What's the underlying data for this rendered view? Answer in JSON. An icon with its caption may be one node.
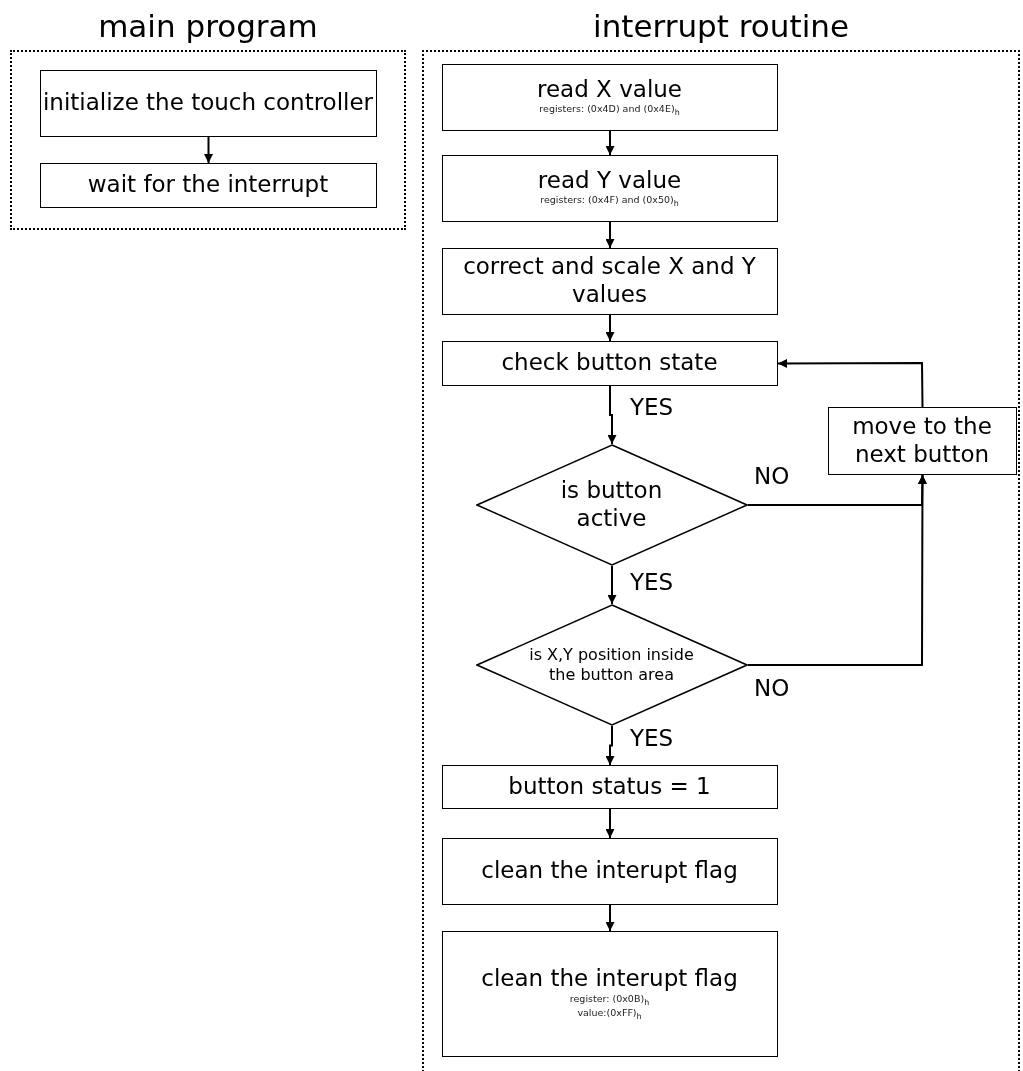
{
  "diagram": {
    "nodes": [
      {
        "text": [
          "main program"
        ]
      },
      {
        "text": [
          "initialize the touch controller"
        ],
        "in": 0
      },
      {
        "text": [
          "wait for the interrupt"
        ],
        "in": 0
      },
      {
        "text": [
          "interrupt routine"
        ]
      },
      {
        "text": [
          "read X value",
          "registers: (0x4D) and (0x4E)$_{h}$"
        ],
        "in": 3
      },
      {
        "text": [
          "read Y value",
          "registers: (0x4F) and (0x50)$_{h}$"
        ],
        "in": 3
      },
      {
        "text": [
          "correct and scale X and Y values"
        ],
        "in": 3
      },
      {
        "text": [
          "check button state"
        ],
        "in": 3
      },
      {
        "text": [
          "is button active"
        ],
        "in": 3
      },
      {
        "text": [
          "is X,Y position inside the button area"
        ],
        "in": 3
      },
      {
        "text": [
          "move to the next button"
        ],
        "in": 3
      },
      {
        "text": [
          "button status = 1"
        ],
        "in": 3
      },
      {
        "text": [
          "clean the interupt flag"
        ],
        "in": 3
      },
      {
        "text": [
          "clean the interupt flag",
          "register: (0x0B)$_{h}$",
          "value:(0xFF)$_{h}$"
        ],
        "in": 3
      }
    ],
    "edges": [
      {
        "from": 1,
        "to": 2,
        "arrow": "to"
      },
      {
        "from": 4,
        "to": 5,
        "arrow": "to"
      },
      {
        "from": 5,
        "to": 6,
        "arrow": "to"
      },
      {
        "from": 6,
        "to": 7,
        "arrow": "to"
      },
      {
        "from": 7,
        "to": 8,
        "arrow": "to",
        "label": "YES"
      },
      {
        "from": 8,
        "to": 9,
        "arrow": "to",
        "label": "YES"
      },
      {
        "from": 8,
        "to": 10,
        "arrow": "to",
        "label": "NO"
      },
      {
        "from": 9,
        "to": 10,
        "arrow": "to",
        "label": "NO"
      },
      {
        "from": 9,
        "to": 11,
        "arrow": "to",
        "label": "YES"
      },
      {
        "from": 10,
        "to": 7,
        "arrow": "to"
      },
      {
        "from": 11,
        "to": 12,
        "arrow": "to"
      },
      {
        "from": 12,
        "to": 13,
        "arrow": "to"
      }
    ]
  }
}
